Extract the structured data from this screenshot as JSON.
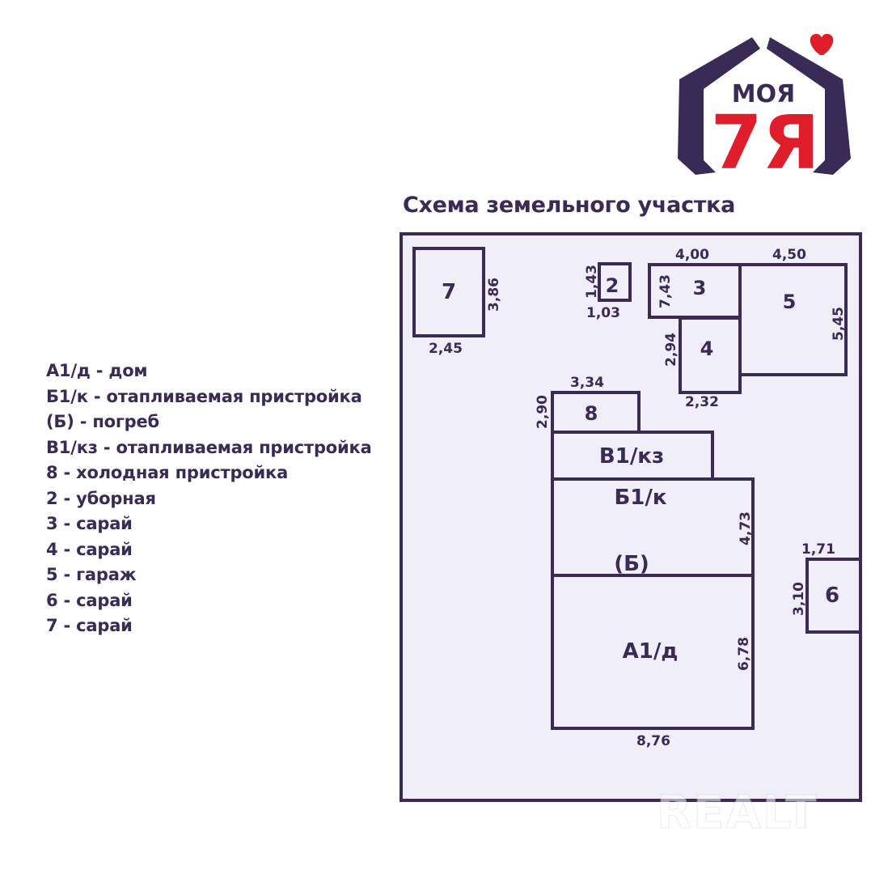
{
  "title": "Схема земельного участка",
  "logo": {
    "top_text": "МОЯ",
    "big_text": "7Я"
  },
  "watermark": "REALT",
  "legend": [
    "А1/д - дом",
    "Б1/к - отапливаемая пристройка",
    "(Б) - погреб",
    "В1/кз - отапливаемая пристройка",
    "8 - холодная пристройка",
    "2 - уборная",
    "3 - сарай",
    "4 - сарай",
    "5 - гараж",
    "6 - сарай",
    "7 - сарай"
  ],
  "buildings": {
    "b7": {
      "label": "7",
      "dims": [
        "3,86",
        "2,45"
      ]
    },
    "b2": {
      "label": "2",
      "dims": [
        "1,43",
        "1,03"
      ]
    },
    "b3": {
      "label": "3",
      "dims": [
        "4,00",
        "7,43"
      ]
    },
    "b5": {
      "label": "5",
      "dims": [
        "4,50",
        "5,45"
      ]
    },
    "b4": {
      "label": "4",
      "dims": [
        "2,94",
        "2,32"
      ]
    },
    "b8": {
      "label": "8",
      "dims": [
        "3,34",
        "2,90"
      ]
    },
    "v1": {
      "label": "В1/кз"
    },
    "b1": {
      "label": "Б1/к",
      "sub": "(Б)",
      "dims": [
        "4,73"
      ]
    },
    "a1": {
      "label": "А1/д",
      "dims": [
        "6,78",
        "8,76"
      ]
    },
    "b6": {
      "label": "6",
      "dims": [
        "1,71",
        "3,10"
      ]
    }
  },
  "colors": {
    "primary": "#3a2a56",
    "accent": "#e01e2b",
    "plot_fill": "#f0eef8"
  }
}
